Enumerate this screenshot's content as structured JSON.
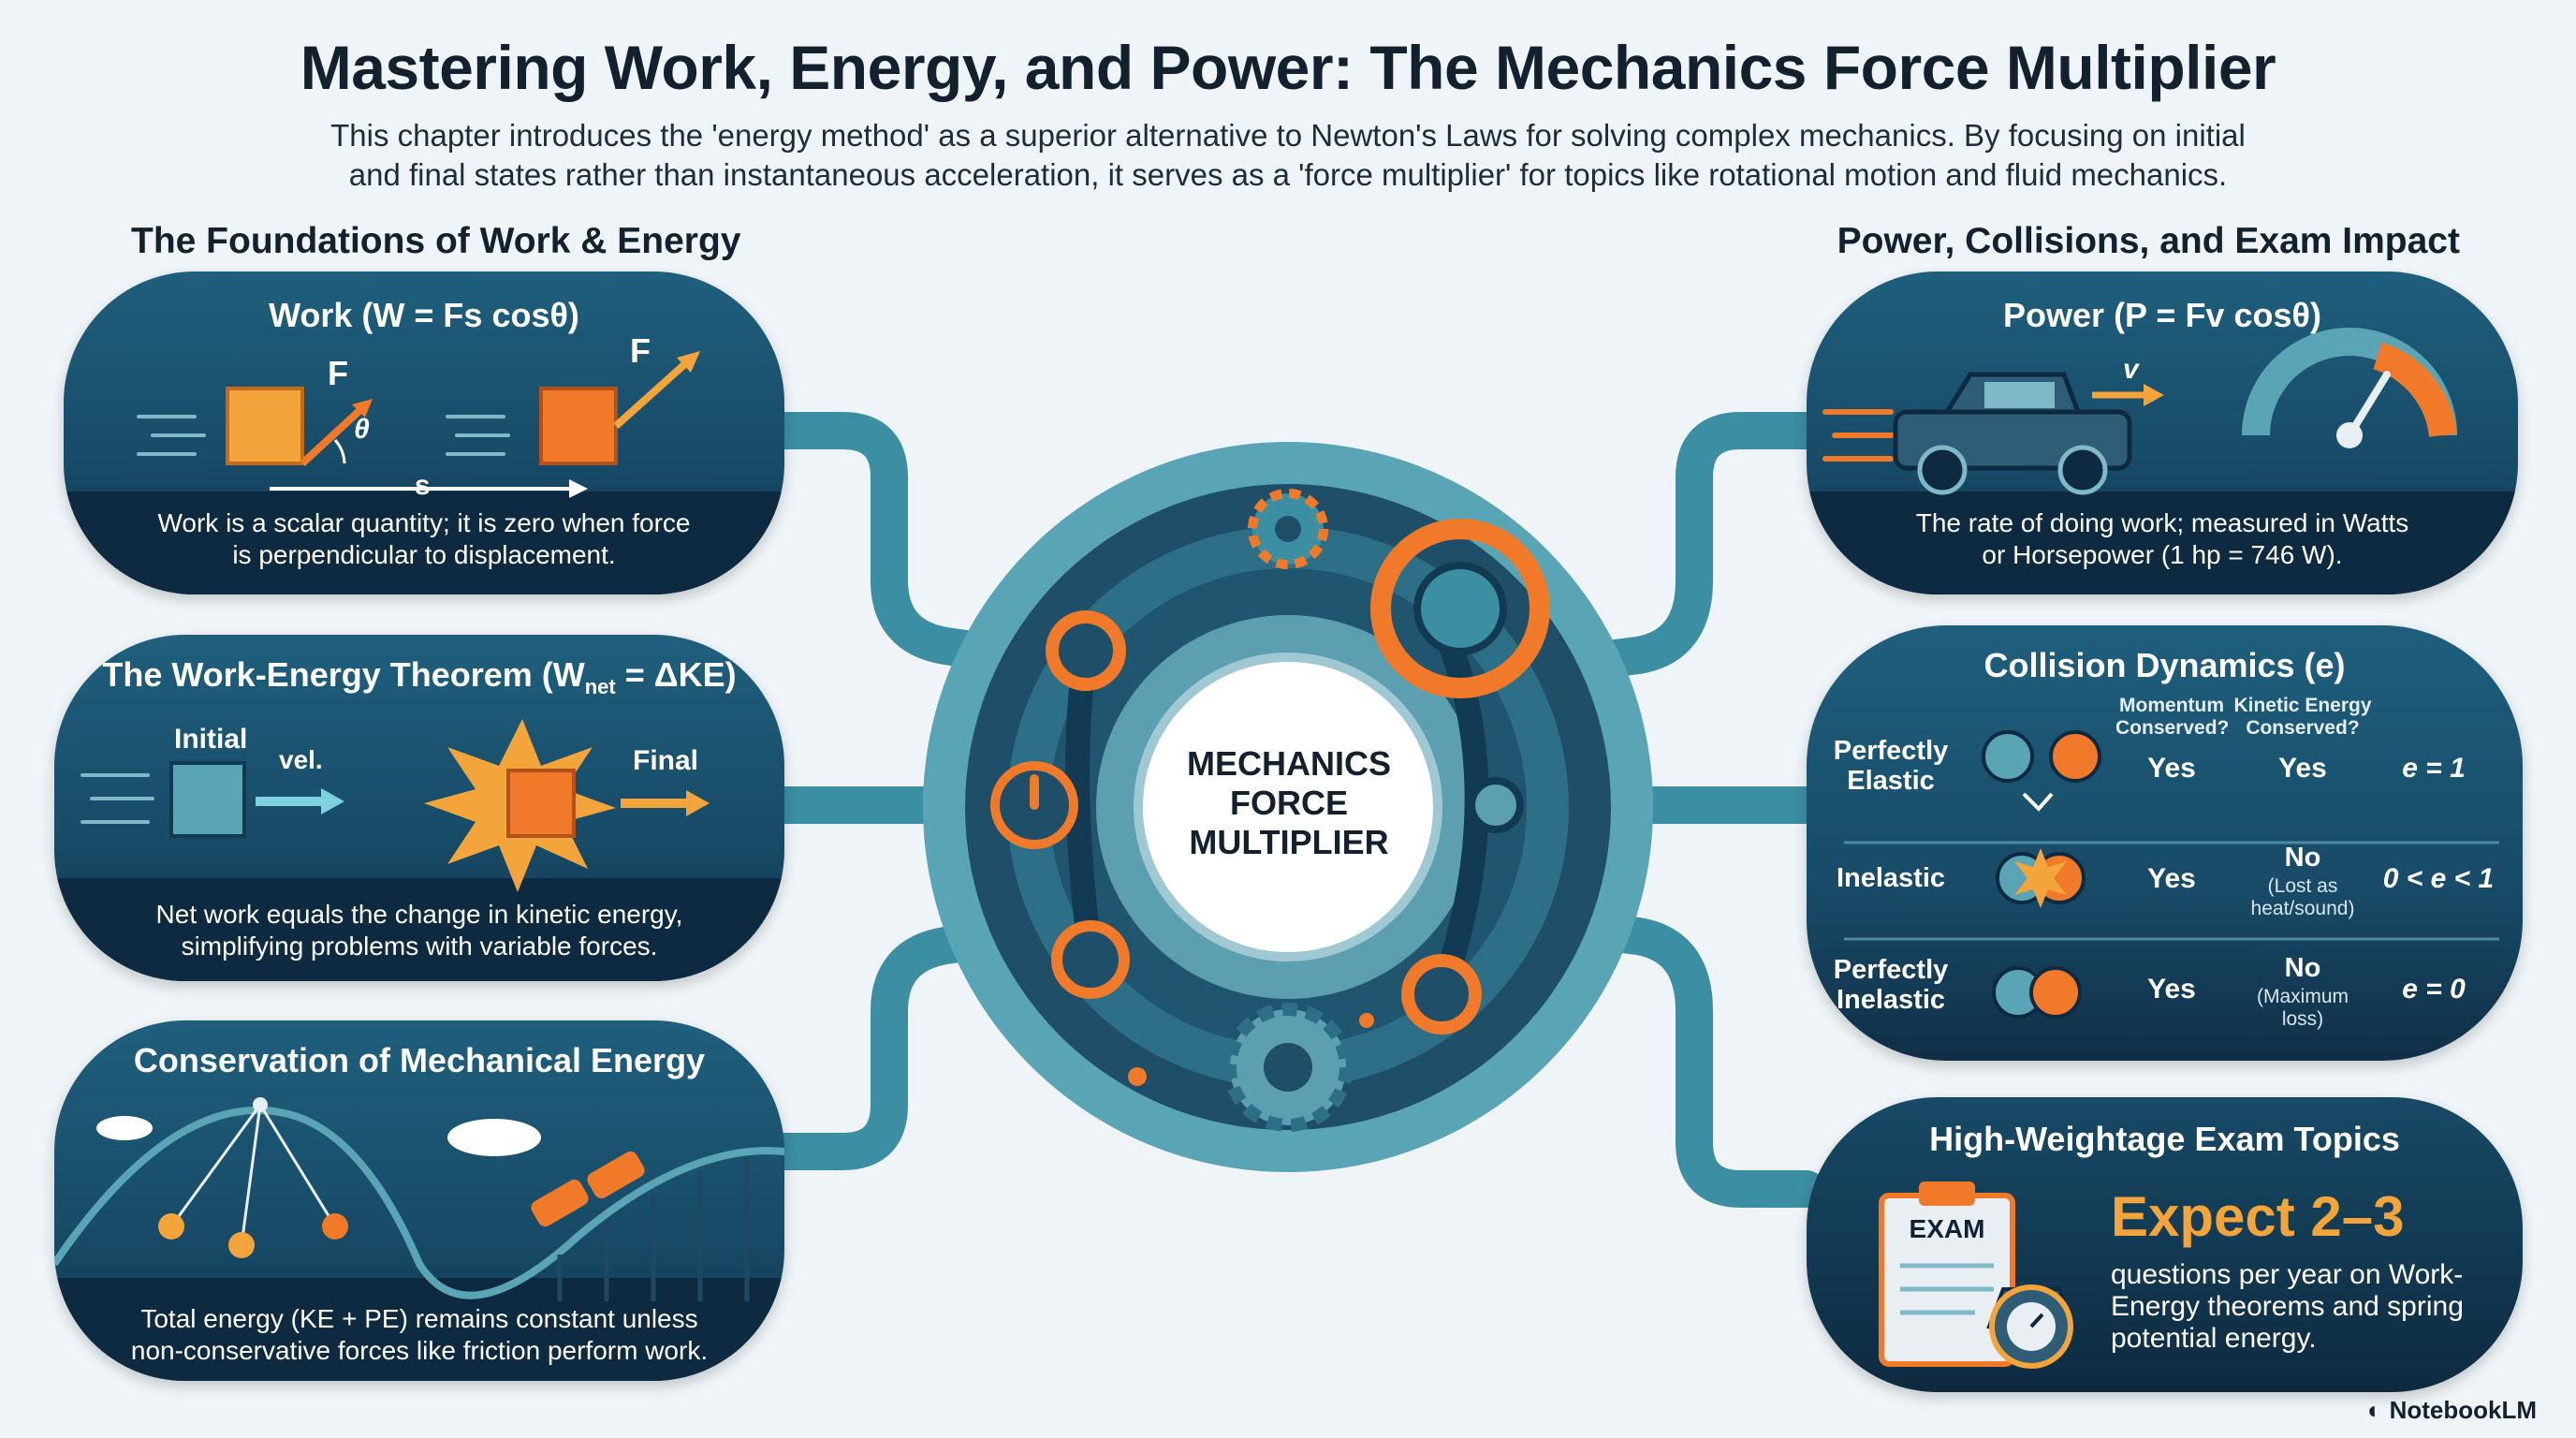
{
  "header": {
    "title": "Mastering Work, Energy, and Power: The Mechanics Force Multiplier",
    "subtitle_line1": "This chapter introduces the 'energy method' as a superior alternative to Newton's Laws for solving complex mechanics. By focusing on initial",
    "subtitle_line2": "and final states rather than instantaneous acceleration, it serves as a 'force multiplier' for topics like rotational motion and fluid mechanics."
  },
  "sections": {
    "left": "The Foundations of Work & Energy",
    "right": "Power, Collisions, and Exam Impact"
  },
  "hub": {
    "line1": "MECHANICS",
    "line2": "FORCE",
    "line3": "MULTIPLIER"
  },
  "work": {
    "title": "Work (W = Fs cosθ)",
    "label_f": "F",
    "label_theta": "θ",
    "label_s": "s",
    "desc_line1": "Work is a scalar quantity; it is zero when force",
    "desc_line2": "is perpendicular to displacement."
  },
  "theorem": {
    "title": "The Work-Energy Theorem (W",
    "title_sub": "net",
    "title_end": " = ΔKE)",
    "label_initial": "Initial",
    "label_vel": "vel.",
    "label_final": "Final",
    "desc_line1": "Net work equals the change in kinetic energy,",
    "desc_line2": "simplifying problems with variable forces."
  },
  "conservation": {
    "title": "Conservation of Mechanical Energy",
    "desc_line1": "Total energy (KE + PE) remains constant unless",
    "desc_line2": "non-conservative forces like friction perform work."
  },
  "power": {
    "title": "Power (P = Fv cosθ)",
    "label_v": "v",
    "desc_line1": "The rate of doing work; measured in Watts",
    "desc_line2": "or Horsepower (1 hp = 746 W)."
  },
  "collisions": {
    "title": "Collision Dynamics (e)",
    "col_momentum_1": "Momentum",
    "col_momentum_2": "Conserved?",
    "col_ke_1": "Kinetic Energy",
    "col_ke_2": "Conserved?",
    "rows": [
      {
        "name1": "Perfectly",
        "name2": "Elastic",
        "momentum": "Yes",
        "ke": "Yes",
        "ke_note1": "",
        "ke_note2": "",
        "e": "e = 1"
      },
      {
        "name1": "Inelastic",
        "name2": "",
        "momentum": "Yes",
        "ke": "No",
        "ke_note1": "(Lost as",
        "ke_note2": "heat/sound)",
        "e": "0 < e < 1"
      },
      {
        "name1": "Perfectly",
        "name2": "Inelastic",
        "momentum": "Yes",
        "ke": "No",
        "ke_note1": "(Maximum",
        "ke_note2": "loss)",
        "e": "e = 0"
      }
    ]
  },
  "exam": {
    "title": "High-Weightage Exam Topics",
    "tag": "EXAM",
    "headline": "Expect 2–3",
    "desc": "questions per year on Work-Energy theorems and spring potential energy."
  },
  "brand": {
    "name": "NotebookLM"
  },
  "colors": {
    "navy": "#174a66",
    "teal": "#3c8ea3",
    "orange": "#f07a2a",
    "gold": "#f3a43a"
  }
}
